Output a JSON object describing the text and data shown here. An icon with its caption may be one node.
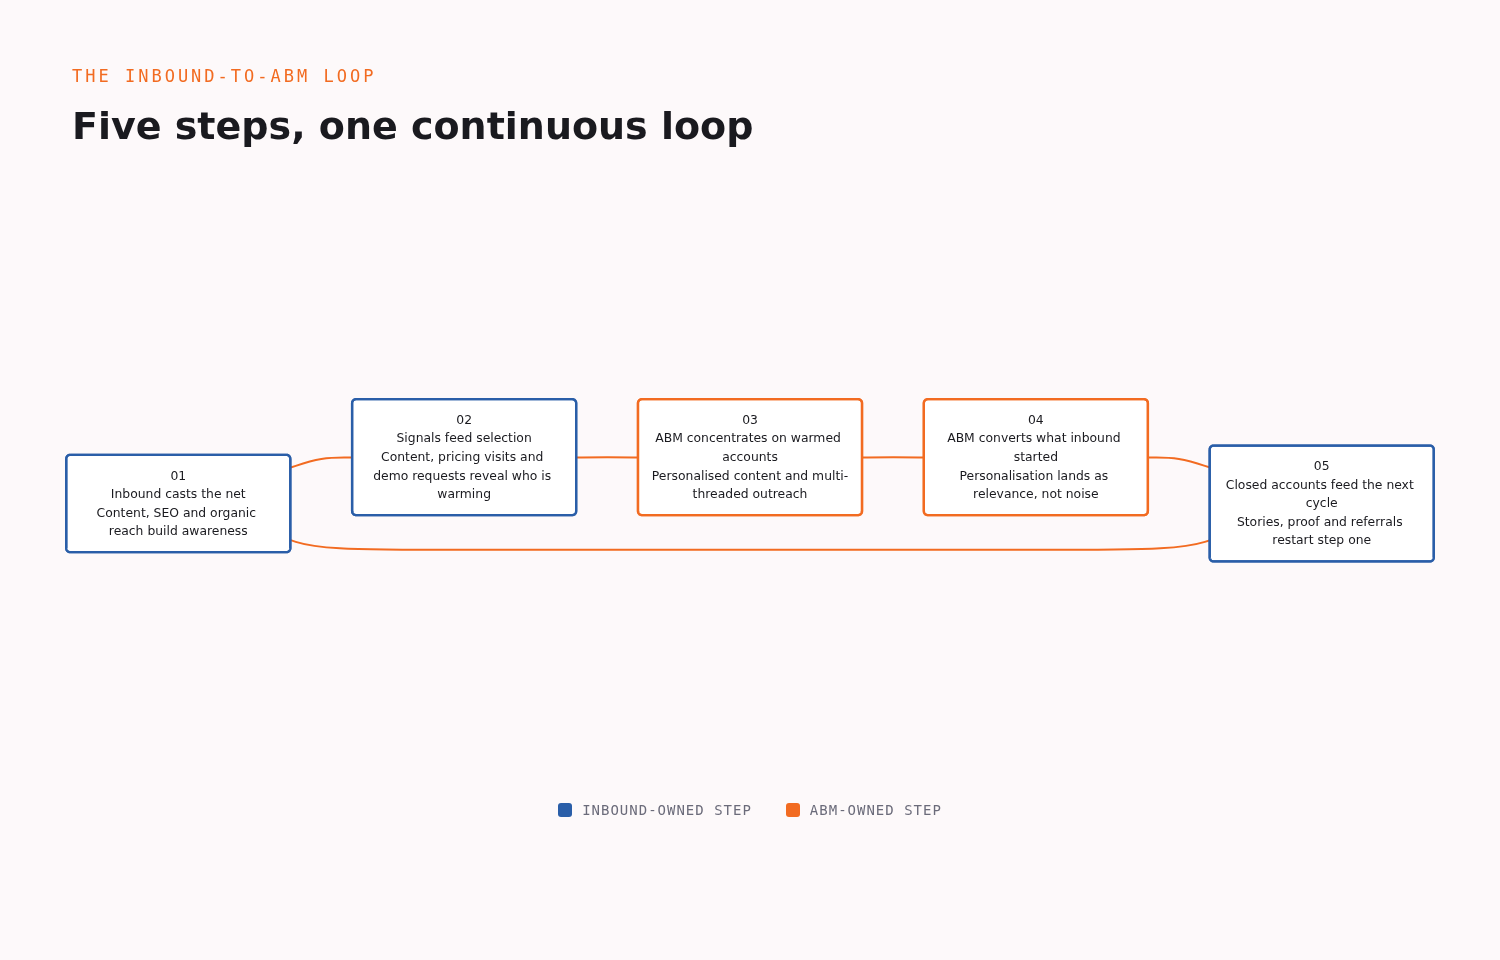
{
  "diagram": {
    "title": "Five steps, one continuous loop",
    "nodes": [
      {
        "text": [
          "01",
          "Inbound casts the net",
          "Content, SEO and organic reach build awareness"
        ]
      },
      {
        "text": [
          "02",
          "Signals feed selection",
          "Content, pricing visits and demo requests reveal who is warming"
        ]
      },
      {
        "text": [
          "03",
          "ABM concentrates on warmed accounts",
          "Personalised content and multi-threaded outreach"
        ]
      },
      {
        "text": [
          "04",
          "ABM converts what inbound started",
          "Personalisation lands as relevance, not noise"
        ]
      },
      {
        "text": [
          "05",
          "Closed accounts feed the next cycle",
          "Stories, proof and referrals restart step one"
        ]
      }
    ],
    "edges": [
      {
        "from": 0,
        "to": 1,
        "arrow": "none"
      },
      {
        "from": 1,
        "to": 2,
        "arrow": "none"
      },
      {
        "from": 2,
        "to": 3,
        "arrow": "none"
      },
      {
        "from": 3,
        "to": 4,
        "arrow": "none"
      },
      {
        "from": 4,
        "to": 0,
        "arrow": "none"
      }
    ],
    "labels": [
      "THE INBOUND-TO-ABM LOOP"
    ],
    "legend": [
      {
        "text": "INBOUND-OWNED STEP",
        "color": "#2a5ea8"
      },
      {
        "text": "ABM-OWNED STEP",
        "color": "#f26b21"
      }
    ]
  }
}
